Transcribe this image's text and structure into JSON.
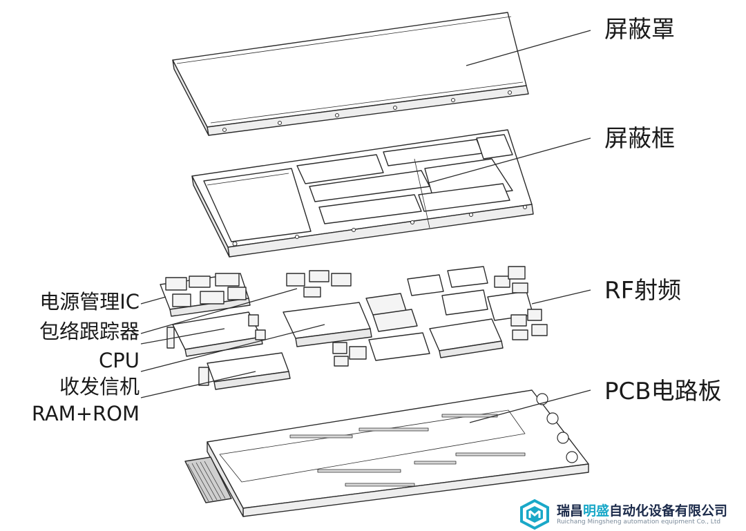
{
  "labels_right": {
    "shield_cover": "屏蔽罩",
    "shield_frame": "屏蔽框",
    "rf": "RF射频",
    "pcb": "PCB电路板"
  },
  "labels_left": {
    "power_ic": "电源管理IC",
    "envelope_tracker": "包络跟踪器",
    "cpu": "CPU",
    "transceiver": "收发信机",
    "ram_rom": "RAM+ROM"
  },
  "logo": {
    "cn_prefix": "瑞昌",
    "cn_highlight": "明盛",
    "cn_suffix": "自动化设备有限公司",
    "en": "Ruichang Mingsheng automation equipment Co., Ltd",
    "accent_color": "#1aa8c8",
    "text_color": "#1b2a4a"
  },
  "colors": {
    "line": "#2b2b2b",
    "face": "#ffffff",
    "side": "#eeeeee"
  }
}
